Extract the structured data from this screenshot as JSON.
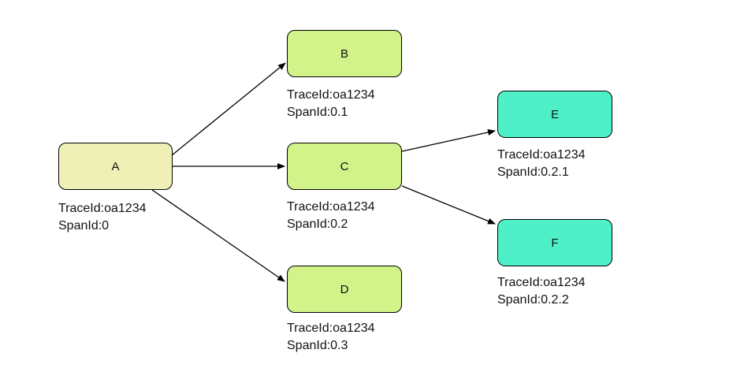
{
  "colors": {
    "root": "#eef0b6",
    "child": "#d2f28a",
    "leaf": "#4ef0c7",
    "edge": "#000000"
  },
  "nodes": {
    "A": {
      "label": "A",
      "trace": "TraceId:oa1234",
      "span": "SpanId:0"
    },
    "B": {
      "label": "B",
      "trace": "TraceId:oa1234",
      "span": "SpanId:0.1"
    },
    "C": {
      "label": "C",
      "trace": "TraceId:oa1234",
      "span": "SpanId:0.2"
    },
    "D": {
      "label": "D",
      "trace": "TraceId:oa1234",
      "span": "SpanId:0.3"
    },
    "E": {
      "label": "E",
      "trace": "TraceId:oa1234",
      "span": "SpanId:0.2.1"
    },
    "F": {
      "label": "F",
      "trace": "TraceId:oa1234",
      "span": "SpanId:0.2.2"
    }
  },
  "edges": [
    {
      "from": "A",
      "to": "B"
    },
    {
      "from": "A",
      "to": "C"
    },
    {
      "from": "A",
      "to": "D"
    },
    {
      "from": "C",
      "to": "E"
    },
    {
      "from": "C",
      "to": "F"
    }
  ]
}
